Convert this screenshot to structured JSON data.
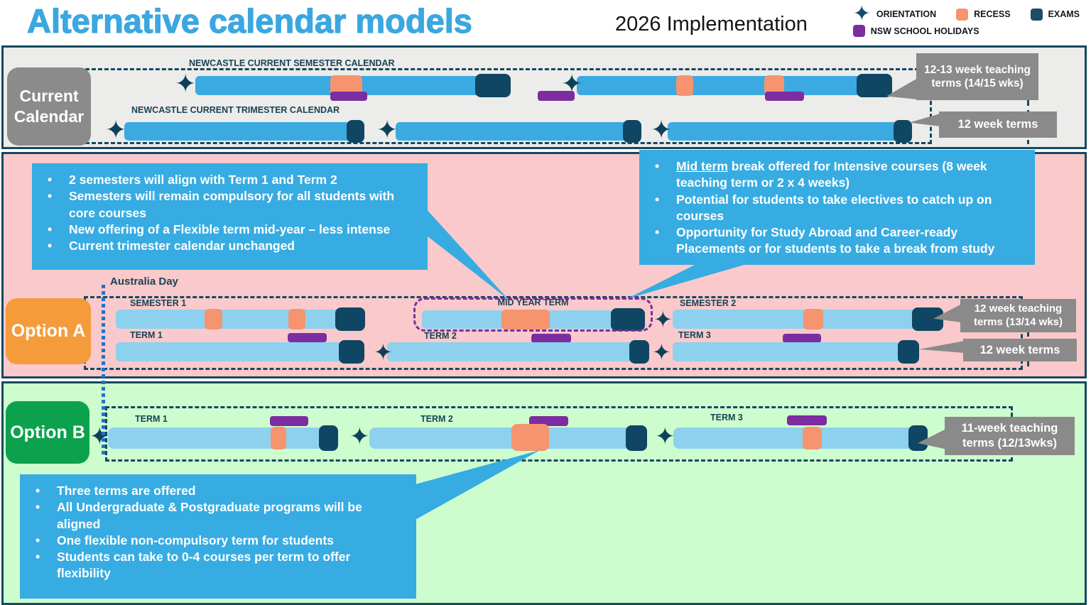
{
  "header": {
    "title": "Alternative calendar models",
    "subtitle": "2026 Implementation",
    "legend": {
      "orientation": "ORIENTATION",
      "recess": "RECESS",
      "exams": "EXAMS",
      "nsw_holidays": "NSW SCHOOL HOLIDAYS"
    }
  },
  "colors": {
    "title_blue": "#3BA7E0",
    "navy": "#16485F",
    "current_bar_blue": "#3BAAE1",
    "option_bar_light_blue": "#8ED1EE",
    "recess_salmon": "#F5946F",
    "exams_navy": "#0F4663",
    "nsw_holidays_purple": "#7C2D9F",
    "note_box_blue": "#36ACE2",
    "callout_gray": "#8A8A8A",
    "option_a_orange": "#F49B3B",
    "option_b_green": "#0CA24D",
    "panel_gray": "#ECECEA",
    "panel_pink": "#FAC9CB",
    "panel_green": "#CDFDCE",
    "australia_day_line_blue": "#2173C9"
  },
  "current": {
    "label": "Current Calendar",
    "semester_title": "NEWCASTLE CURRENT SEMESTER CALENDAR",
    "trimester_title": "NEWCASTLE CURRENT TRIMESTER CALENDAR",
    "callout_semester": "12-13 week teaching terms (14/15 wks)",
    "callout_trimester": "12 week terms"
  },
  "option_a": {
    "label": "Option A",
    "australia_day": "Australia Day",
    "notes_left": [
      "2 semesters will align with Term 1 and Term 2",
      "Semesters will remain compulsory for all students with core courses",
      "New offering of a Flexible term mid-year – less intense",
      "Current trimester calendar unchanged"
    ],
    "notes_right": {
      "bullet1_underlined": "Mid term",
      "bullet1_rest": " break offered for Intensive courses (8 week teaching term or 2 x 4 weeks)",
      "bullet2": "Potential for students to take electives to catch up on courses",
      "bullet3": "Opportunity for Study Abroad and Career-ready Placements or for students to take a break from study"
    },
    "rows": {
      "semester1": "SEMESTER 1",
      "mid_year": "MID YEAR TERM",
      "semester2": "SEMESTER 2",
      "term1": "TERM 1",
      "term2": "TERM 2",
      "term3": "TERM 3"
    },
    "callout_teaching": "12 week teaching terms (13/14 wks)",
    "callout_terms": "12 week terms"
  },
  "option_b": {
    "label": "Option B",
    "terms": {
      "term1": "TERM 1",
      "term2": "TERM 2",
      "term3": "TERM 3"
    },
    "callout": "11-week teaching terms (12/13wks)",
    "notes": [
      "Three terms are offered",
      "All Undergraduate & Postgraduate programs will be aligned",
      "One flexible non-compulsory term for students",
      "Students can take to 0-4 courses per term to offer flexibility"
    ]
  }
}
